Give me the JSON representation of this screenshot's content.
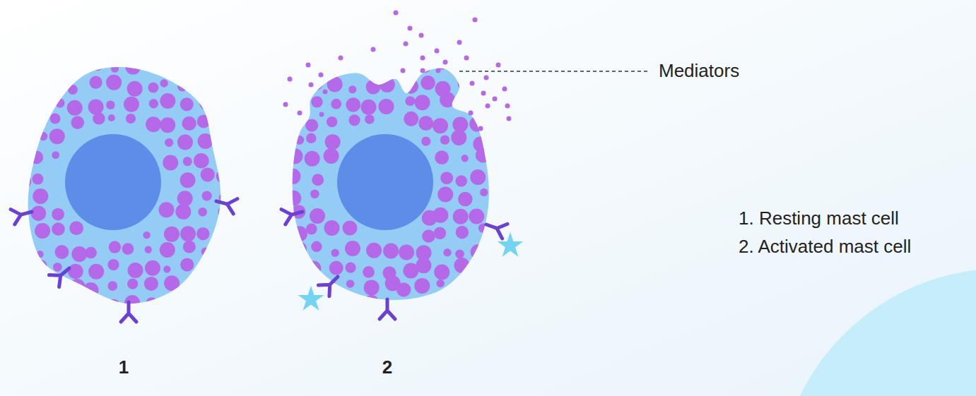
{
  "diagram": {
    "labels": [
      "Mediators",
      "1. Resting mast cell",
      "2. Activated mast cell",
      "1",
      "2"
    ]
  }
}
